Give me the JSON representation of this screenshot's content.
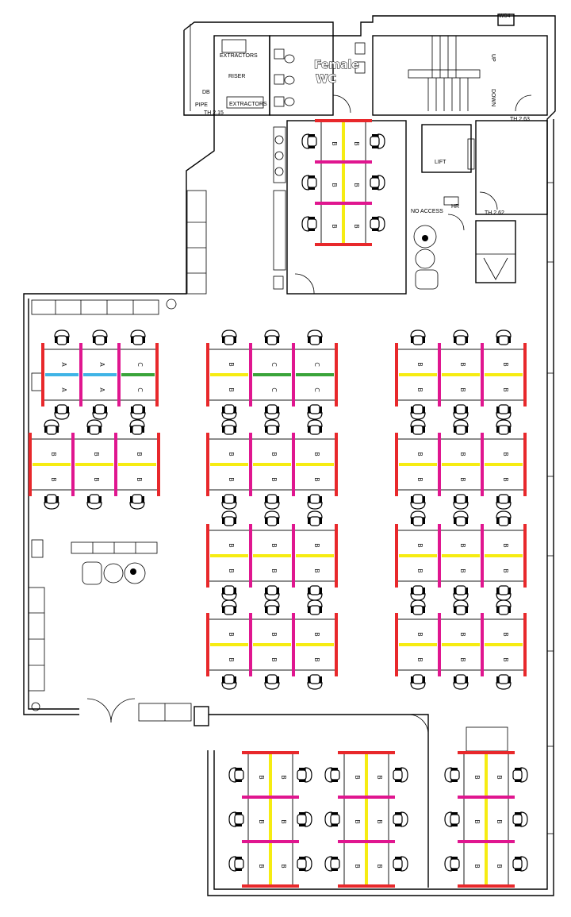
{
  "labels": {
    "extractors_top": "EXTRACTORS",
    "riser": "RISER",
    "db": "DB",
    "pipe": "PIPE",
    "th_215": "TH 2.15",
    "extractors_bottom": "EXTRACTORS",
    "female_wc": "Female",
    "female_wc2": "WC",
    "w04": "W04",
    "up": "UP",
    "down": "DOWN",
    "th_263": "TH 2.63",
    "lift": "LIFT",
    "no_access": "NO ACCESS",
    "hr": "HR",
    "th_262": "TH 2.62"
  },
  "colors": {
    "red": "#e8282b",
    "magenta": "#e0168f",
    "yellow": "#f6ec12",
    "cyan": "#40b4e6",
    "green": "#3aa43a"
  },
  "zones": [
    "A",
    "B",
    "C"
  ]
}
